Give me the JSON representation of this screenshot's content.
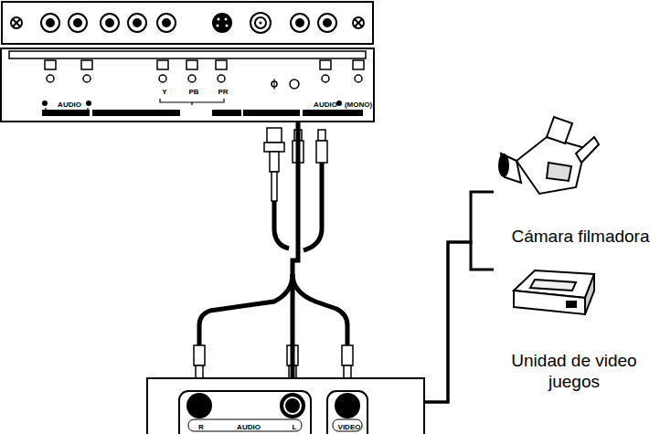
{
  "diagram": {
    "nodes": [
      {
        "text": [
          "AUDIO",
          "Y",
          "PB",
          "PR",
          "AUDIO",
          "(MONO)"
        ]
      },
      {
        "text": [
          "R",
          "AUDIO",
          "L",
          "VIDEO"
        ]
      },
      {
        "text": [
          "Cámara filmadora"
        ]
      },
      {
        "text": [
          "Unidad de video juegos"
        ]
      }
    ],
    "edges": [
      {
        "from": 0,
        "to": 1,
        "arrow": "none"
      },
      {
        "from": 1,
        "to": 2,
        "arrow": "none"
      },
      {
        "from": 1,
        "to": 3,
        "arrow": "none"
      }
    ]
  }
}
